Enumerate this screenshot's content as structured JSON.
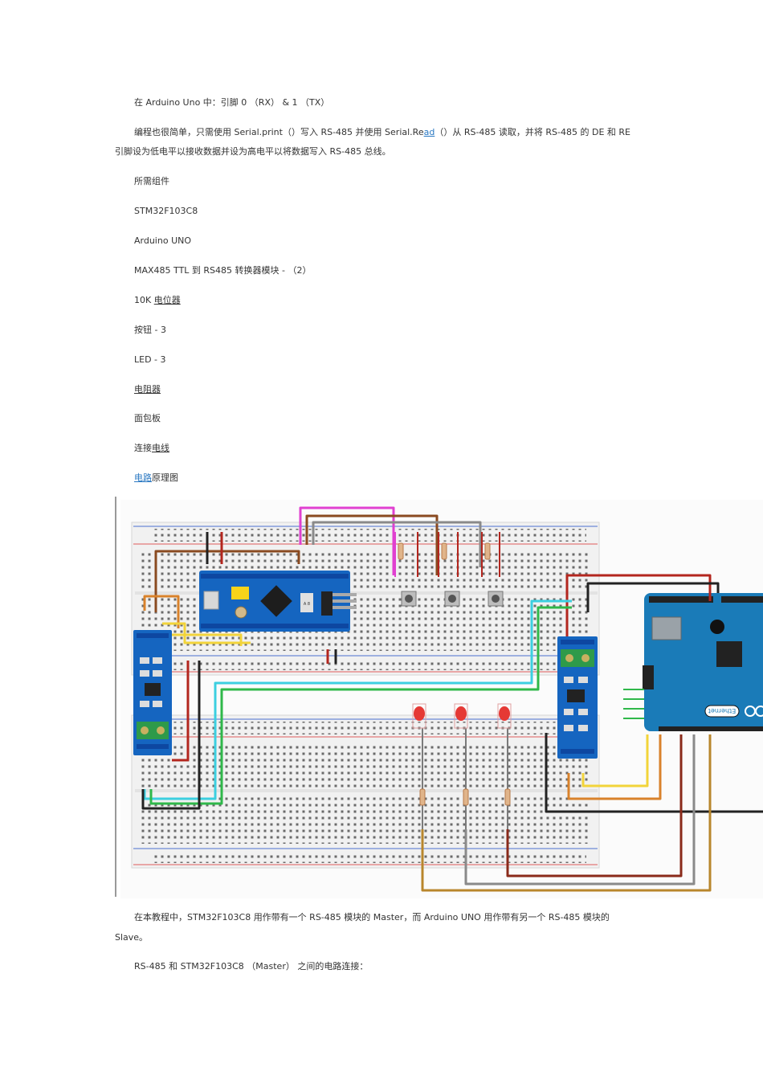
{
  "para1": "在 Arduino Uno 中：引脚 0 （RX） & 1 （TX）",
  "para2": {
    "line1_a": "编程也很简单，只需使用 Serial.print（）写入 RS-485 并使用 Serial.Re",
    "line1_link": "ad",
    "line1_b": "（）从 RS-485 读取，并将 RS-485 的 DE 和 RE",
    "line2": "引脚设为低电平以接收数据并设为高电平以将数据写入 RS-485 总线。"
  },
  "components_heading": "所需组件",
  "components": [
    "STM32F103C8",
    "Arduino UNO",
    "MAX485 TTL 到 RS485 转换器模块 - （2）",
    "按钮 - 3",
    "LED - 3",
    "面包板"
  ],
  "pot": {
    "prefix": "10K ",
    "link": "电位器"
  },
  "resistor": "电阻器",
  "wires": {
    "prefix": "连接",
    "link": "电线"
  },
  "schematic": {
    "link": "电路",
    "suffix": "原理图"
  },
  "circuit_labels": {
    "module_label": "A 8",
    "ethernet_label": "Ethernet"
  },
  "colors": {
    "board_blue": "#1565c0",
    "arduino_blue": "#1a7bb8",
    "breadboard": "#f1f1f1",
    "rail_red": "#e05a5a",
    "rail_blue": "#4a6fd0",
    "wire_magenta": "#e040d0",
    "wire_brown": "#8a4a20",
    "wire_gray": "#8a8a8a",
    "wire_darkred": "#b3261e",
    "wire_black": "#222222",
    "wire_cyan": "#3ccfe0",
    "wire_green": "#2fb84a",
    "wire_yellow": "#f2d43a",
    "wire_orange": "#d9822b",
    "wire_tan": "#b8862c",
    "terminal_green": "#2e9a4a",
    "led_red": "#e53935"
  },
  "para3": {
    "line1": "在本教程中，STM32F103C8 用作带有一个 RS-485 模块的 Master，而 Arduino UNO 用作带有另一个 RS-485 模块的",
    "line2": "Slave。"
  },
  "para4": "RS-485 和 STM32F103C8 （Master） 之间的电路连接："
}
